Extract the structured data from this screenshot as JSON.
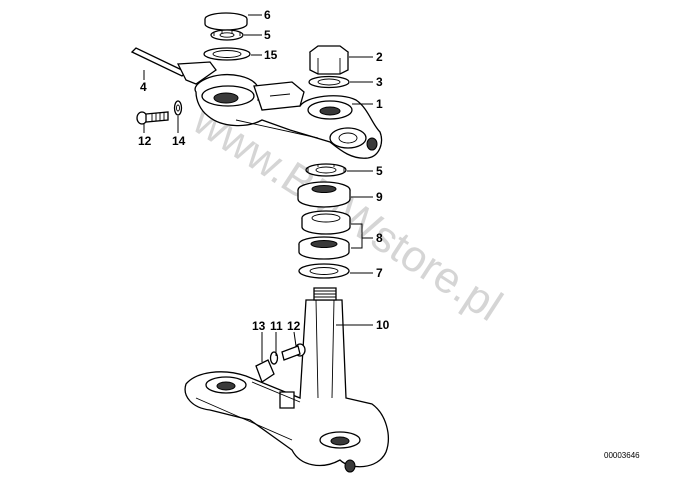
{
  "diagram": {
    "watermark": "www.BMWstore.pl",
    "drawing_number": "00003646",
    "callouts": {
      "c1": "1",
      "c2": "2",
      "c3": "3",
      "c4": "4",
      "c5a": "5",
      "c5b": "5",
      "c6": "6",
      "c7": "7",
      "c8": "8",
      "c9": "9",
      "c10": "10",
      "c11": "11",
      "c12a": "12",
      "c12b": "12",
      "c13": "13",
      "c14": "14",
      "c15": "15"
    }
  }
}
